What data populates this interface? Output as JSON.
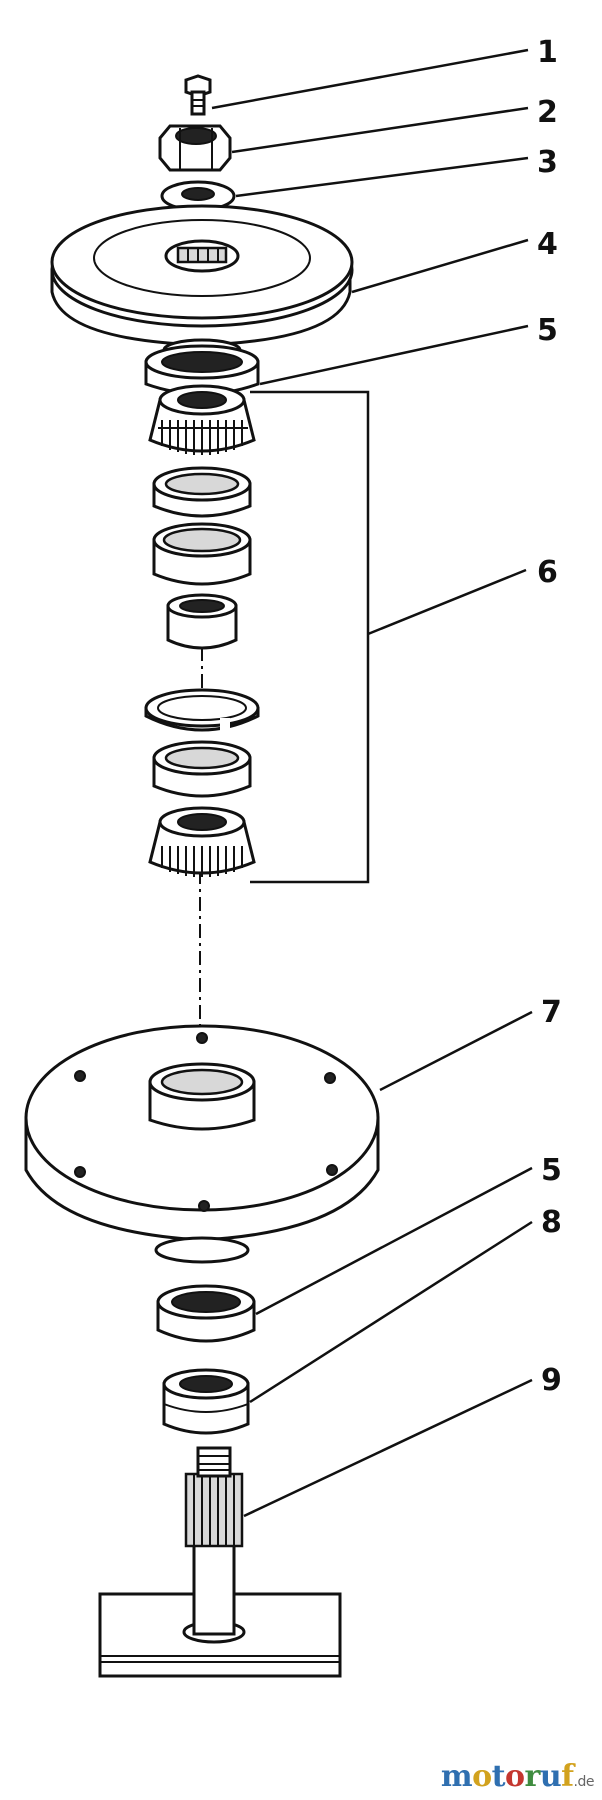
{
  "callouts": [
    {
      "id": "1",
      "label": "1"
    },
    {
      "id": "2",
      "label": "2"
    },
    {
      "id": "3",
      "label": "3"
    },
    {
      "id": "4",
      "label": "4"
    },
    {
      "id": "5a",
      "label": "5"
    },
    {
      "id": "6",
      "label": "6"
    },
    {
      "id": "7",
      "label": "7"
    },
    {
      "id": "5b",
      "label": "5"
    },
    {
      "id": "8",
      "label": "8"
    },
    {
      "id": "9",
      "label": "9"
    }
  ],
  "watermark": {
    "brand": "motoruf",
    "tld": ".de"
  }
}
